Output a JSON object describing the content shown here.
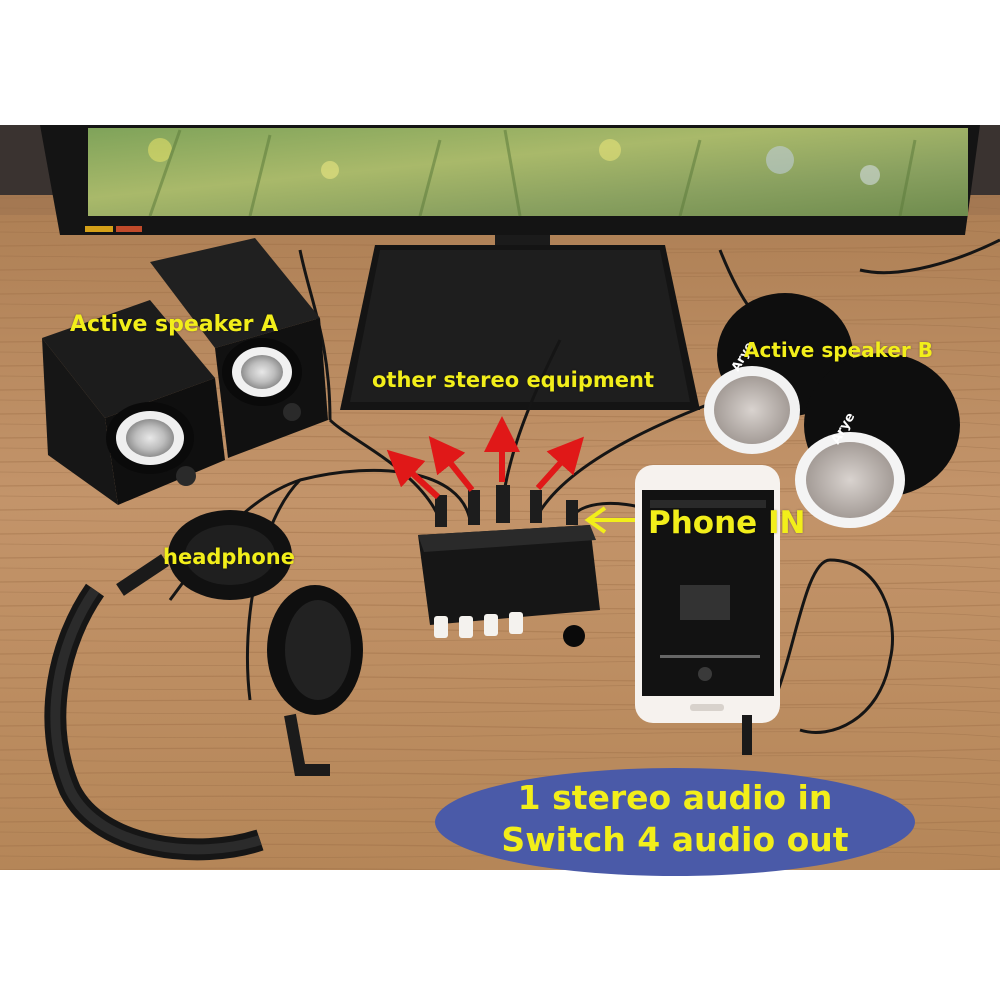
{
  "labels": {
    "speaker_a": "Active speaker A",
    "speaker_b": "Active speaker B",
    "other_equipment": "other stereo equipment",
    "headphone": "headphone",
    "phone_in": "Phone IN"
  },
  "banner": {
    "line1": "1 stereo audio in",
    "line2": "Switch 4 audio out"
  },
  "speaker_brand": "Arye",
  "colors": {
    "label_text": "#f2ee1a",
    "arrow": "#e01818",
    "banner_fill": "#4a5aa8",
    "desk_wood": "#b98a5c"
  }
}
